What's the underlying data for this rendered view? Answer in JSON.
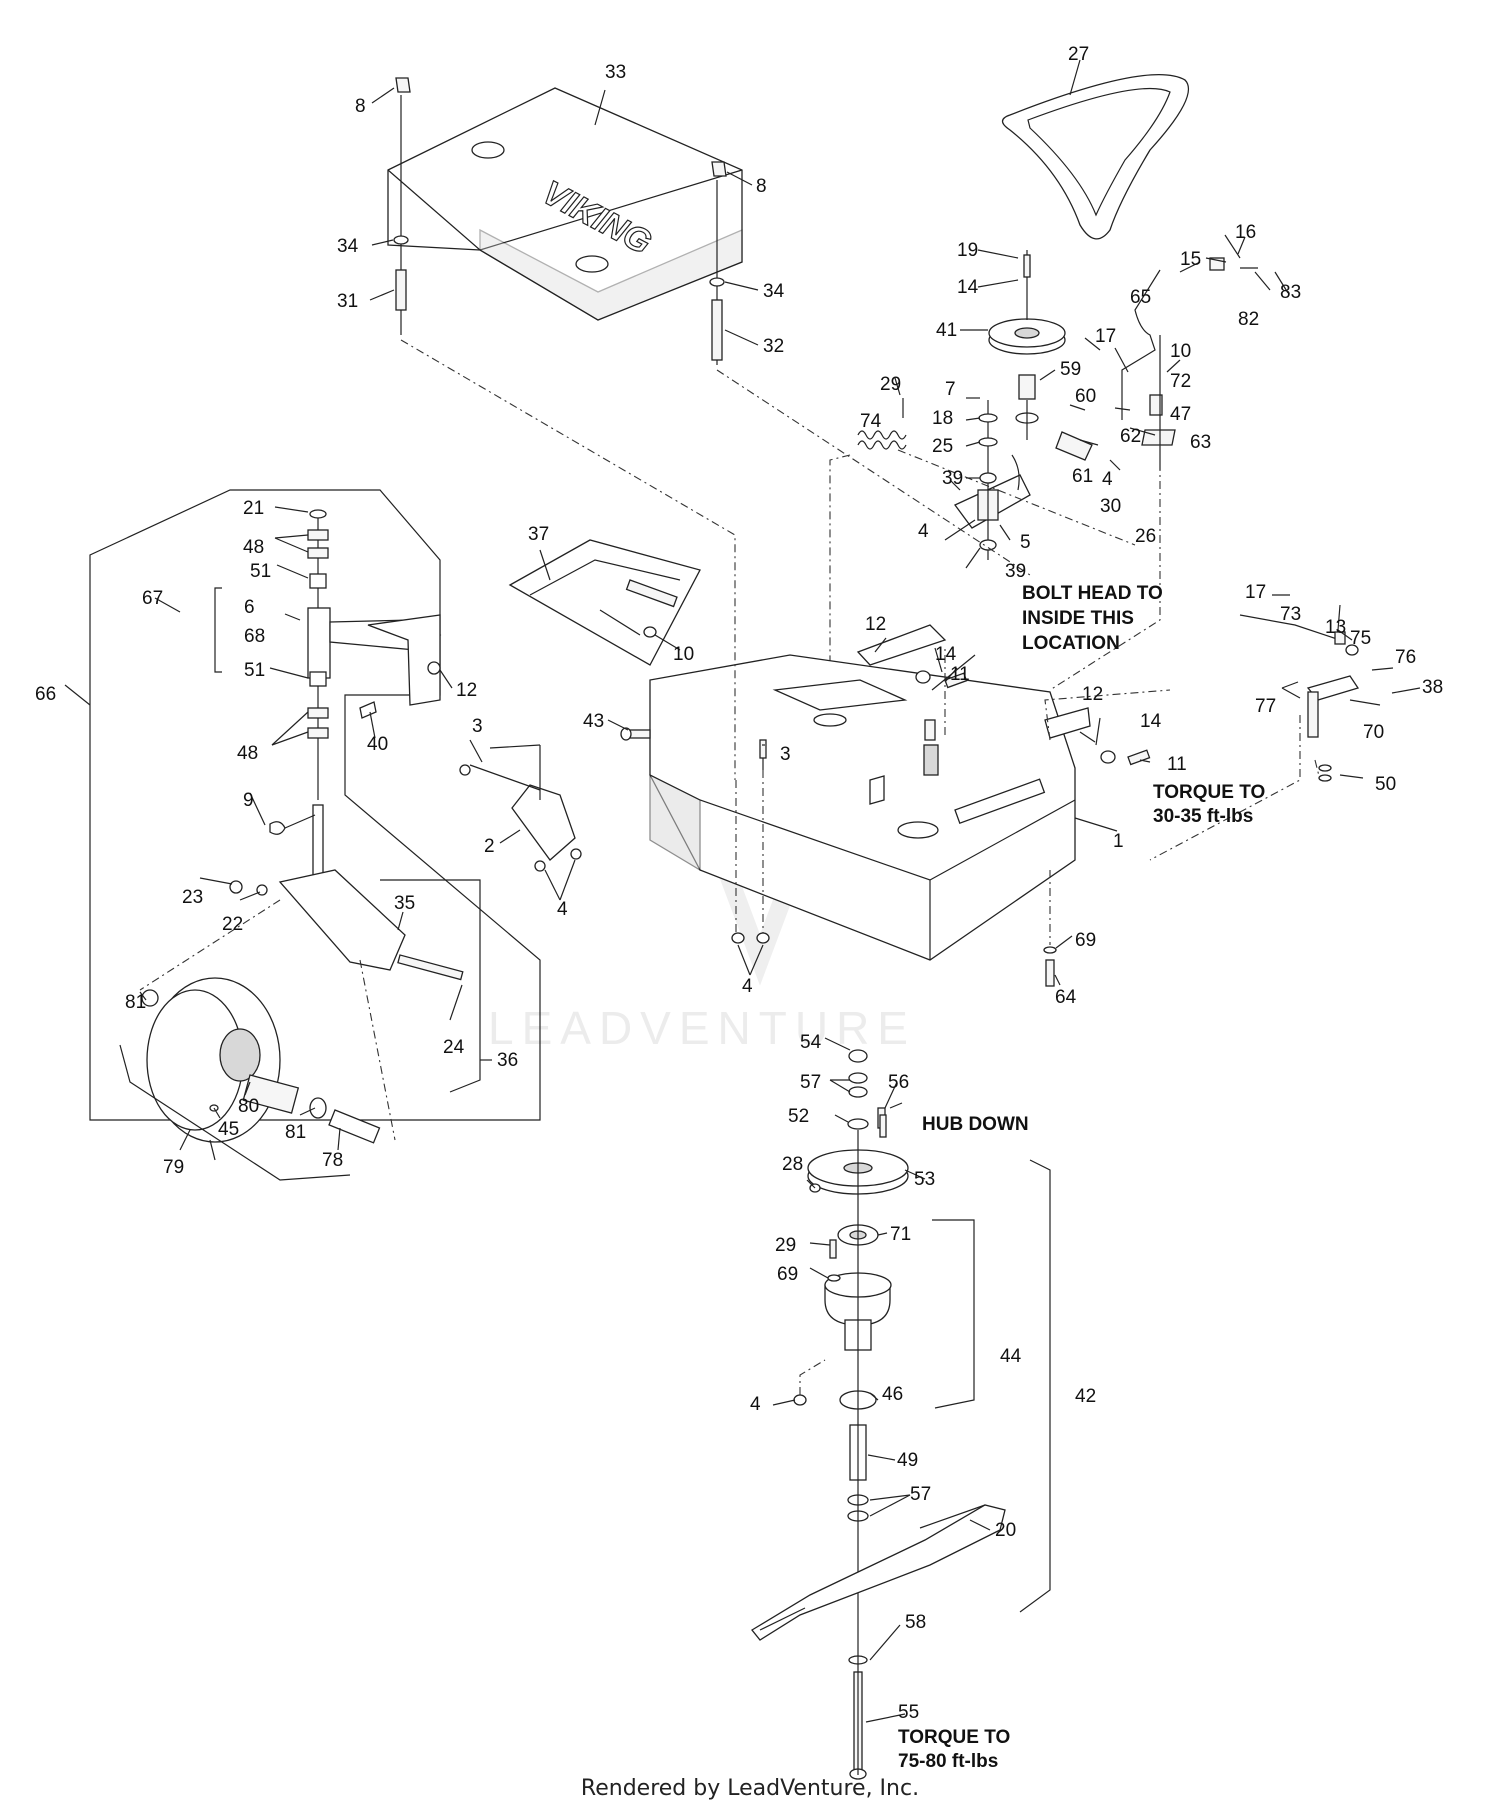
{
  "callouts": [
    "1",
    "2",
    "3",
    "4",
    "5",
    "6",
    "7",
    "8",
    "9",
    "10",
    "11",
    "12",
    "13",
    "14",
    "15",
    "16",
    "17",
    "18",
    "19",
    "20",
    "21",
    "22",
    "23",
    "24",
    "25",
    "26",
    "27",
    "28",
    "29",
    "30",
    "31",
    "32",
    "33",
    "34",
    "35",
    "36",
    "37",
    "38",
    "39",
    "40",
    "41",
    "42",
    "43",
    "44",
    "45",
    "46",
    "47",
    "48",
    "49",
    "50",
    "51",
    "52",
    "53",
    "54",
    "55",
    "56",
    "57",
    "58",
    "59",
    "60",
    "61",
    "62",
    "63",
    "64",
    "65",
    "66",
    "67",
    "68",
    "69",
    "70",
    "71",
    "72",
    "73",
    "74",
    "75",
    "76",
    "77",
    "78",
    "79",
    "80",
    "81",
    "82",
    "83"
  ],
  "notes": {
    "bolt_head": [
      "BOLT HEAD TO",
      "INSIDE THIS",
      "LOCATION"
    ],
    "torque_deck": [
      "TORQUE TO",
      "30-35 ft-lbs"
    ],
    "hub_down": "HUB DOWN",
    "torque_blade": [
      "TORQUE TO",
      "75-80 ft-lbs"
    ]
  },
  "logo_text": "VIKING",
  "watermark": "LEADVENTURE",
  "footer": "Rendered by LeadVenture, Inc."
}
